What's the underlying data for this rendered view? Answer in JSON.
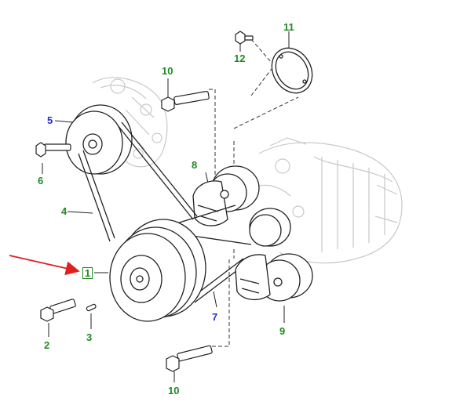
{
  "colors": {
    "green_label": "#1f8a1f",
    "blue_label": "#1f2fc8",
    "arrow": "#e02020",
    "line": "#222222",
    "ghost": "#c9c9c9"
  },
  "callouts": [
    {
      "id": "c1",
      "text": "1",
      "color": "green",
      "boxed": true
    },
    {
      "id": "c2",
      "text": "2",
      "color": "green"
    },
    {
      "id": "c3",
      "text": "3",
      "color": "green"
    },
    {
      "id": "c4",
      "text": "4",
      "color": "green"
    },
    {
      "id": "c5",
      "text": "5",
      "color": "blue"
    },
    {
      "id": "c6",
      "text": "6",
      "color": "green"
    },
    {
      "id": "c7",
      "text": "7",
      "color": "blue"
    },
    {
      "id": "c8",
      "text": "8",
      "color": "green"
    },
    {
      "id": "c9",
      "text": "9",
      "color": "green"
    },
    {
      "id": "c10a",
      "text": "10",
      "color": "green"
    },
    {
      "id": "c10b",
      "text": "10",
      "color": "green"
    },
    {
      "id": "c11",
      "text": "11",
      "color": "green"
    },
    {
      "id": "c12",
      "text": "12",
      "color": "green"
    }
  ]
}
